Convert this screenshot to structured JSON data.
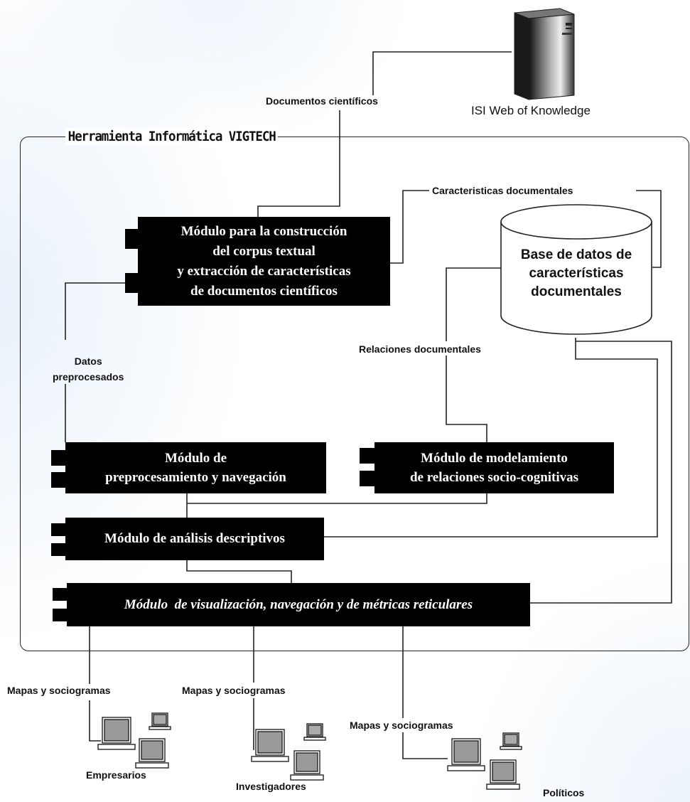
{
  "frame_title": "Herramienta Informática VIGTECH",
  "server": {
    "label": "ISI Web of Knowledge",
    "icon": "server-tower-icon"
  },
  "edge_labels": {
    "documentos": "Documentos científicos",
    "caracteristicas": "Caracteristicas documentales",
    "datos": "Datos\npreprocesados",
    "relaciones": "Relaciones documentales",
    "mapas_1": "Mapas y sociogramas",
    "mapas_2": "Mapas y sociogramas",
    "mapas_3": "Mapas y sociogramas"
  },
  "database": {
    "label": "Base de datos de\ncaracterísticas\ndocumentales",
    "icon": "database-cylinder-icon"
  },
  "modules": {
    "corpus": "Módulo para la construcción\ndel corpus textual\ny extracción de características\nde documentos científicos",
    "preproc": "Módulo de\npreprocesamiento y navegación",
    "modelado": "Módulo de modelamiento\nde relaciones socio-cognitivas",
    "analisis": "Módulo de análisis descriptivos",
    "visual": "Módulo  de visualización, navegación y de métricas reticulares"
  },
  "users": {
    "empresarios": "Empresarios",
    "investigadores": "Investigadores",
    "politicos": "Políticos",
    "icon": "computer-cluster-icon"
  },
  "colors": {
    "module_bg": "#000000",
    "module_text": "#ffffff",
    "line": "#222222"
  }
}
